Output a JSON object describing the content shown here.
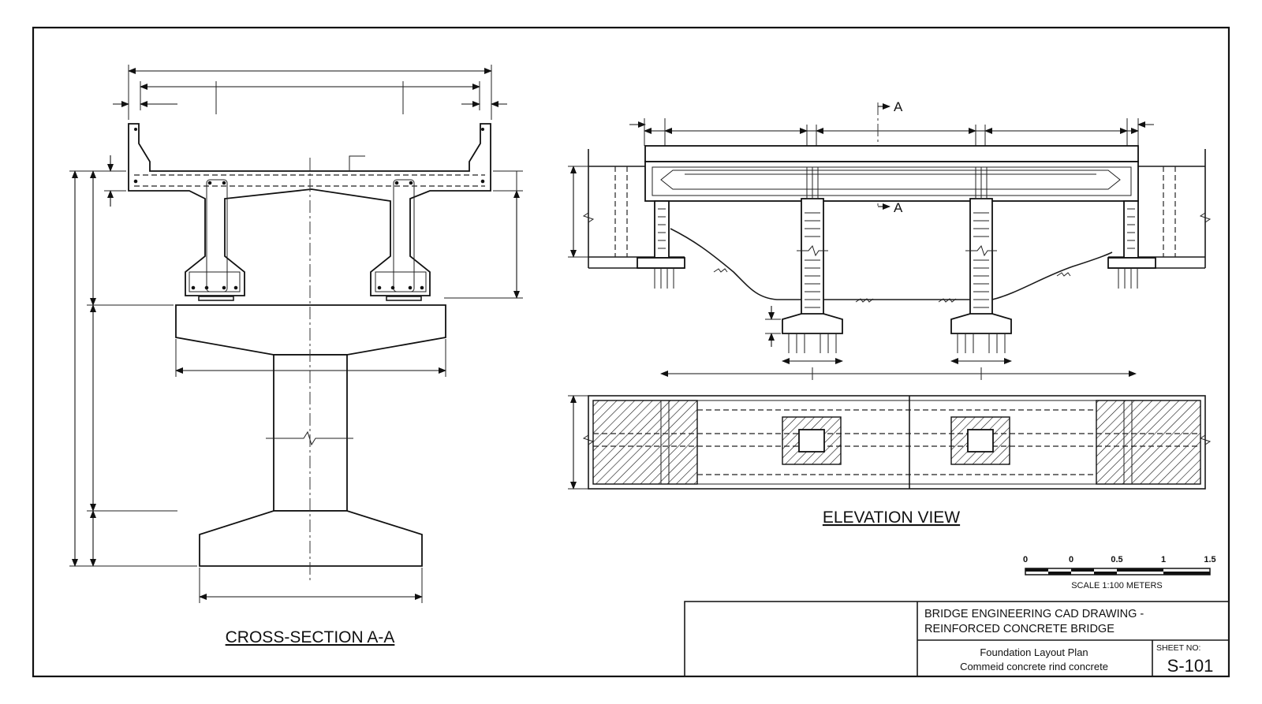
{
  "views": {
    "cross_section_title": "CROSS-SECTION A-A",
    "elevation_title": "ELEVATION VIEW",
    "section_marker_top": "A",
    "section_marker_bottom": "A"
  },
  "scale_bar": {
    "ticks": [
      "0",
      "0",
      "0.5",
      "1",
      "1.5"
    ],
    "caption": "SCALE 1:100 METERS"
  },
  "title_block": {
    "title_line1": "BRIDGE ENGINEERING CAD DRAWING -",
    "title_line2": "REINFORCED CONCRETE BRIDGE",
    "subtitle_line1": "Foundation Layout Plan",
    "subtitle_line2": "Commeid concrete rind concrete",
    "sheet_label": "SHEET NO:",
    "sheet_number": "S-101"
  }
}
